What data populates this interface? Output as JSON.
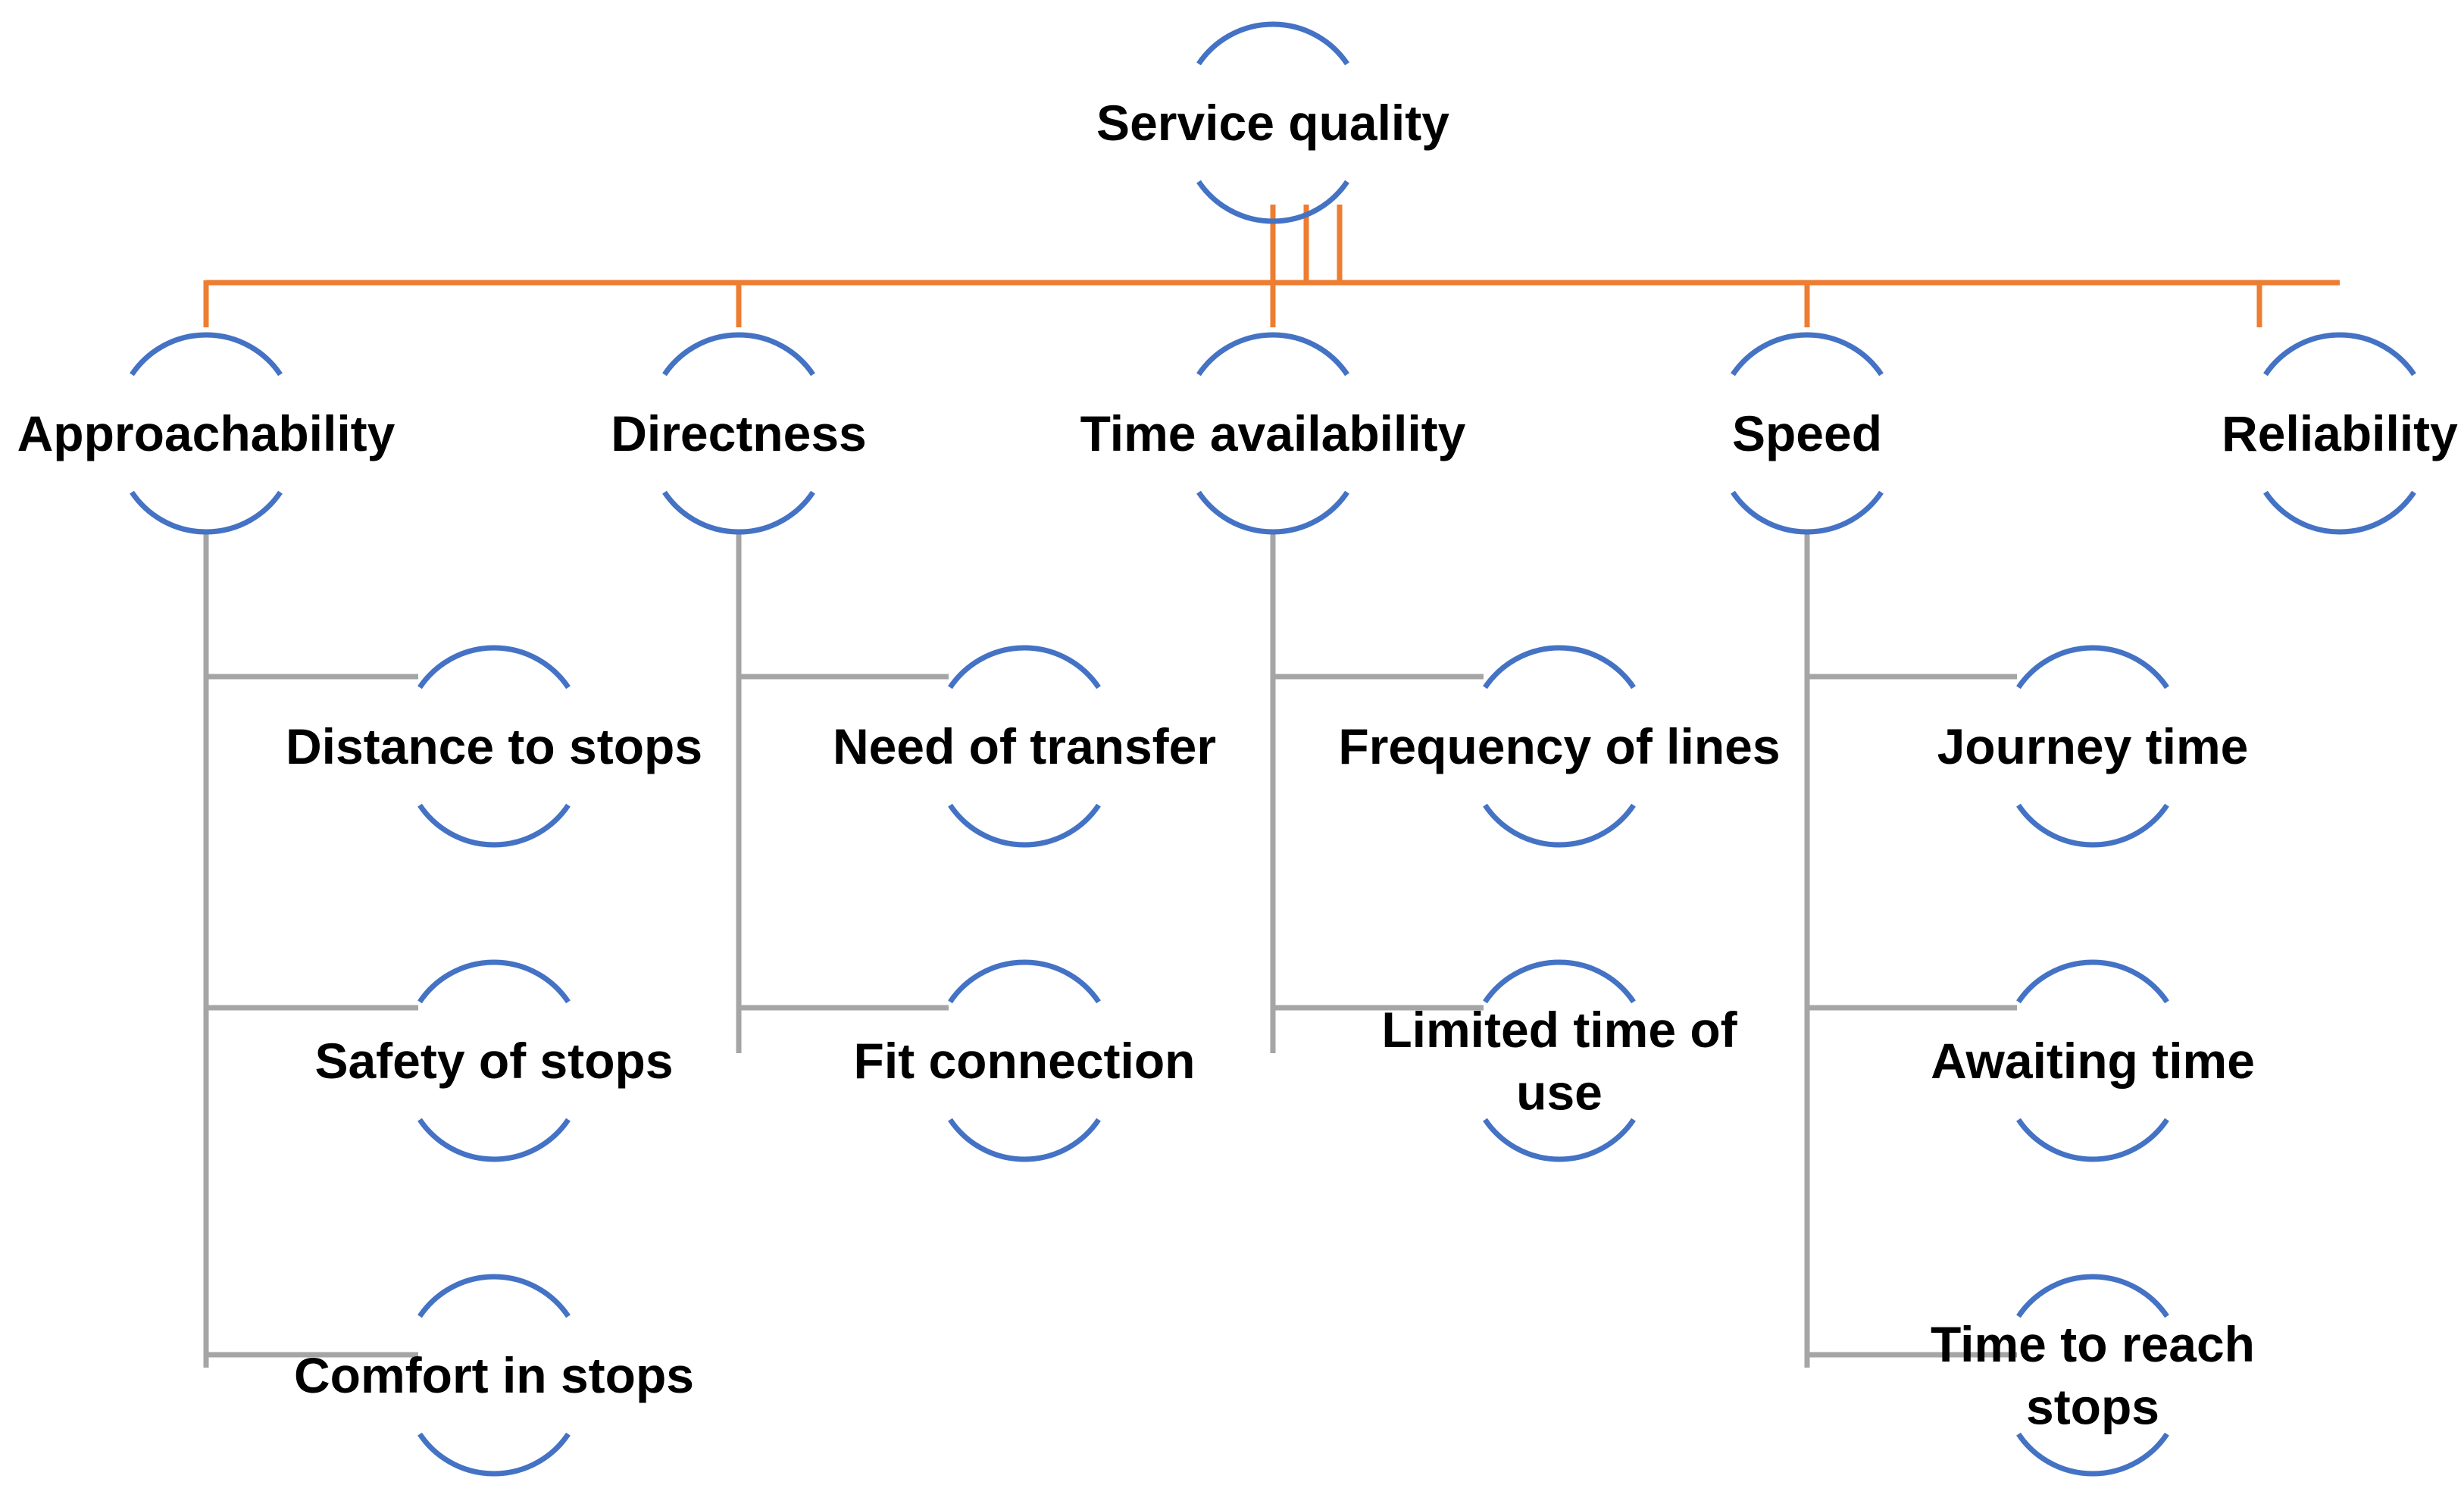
{
  "colors": {
    "node_arc": "#4472C4",
    "root_connector": "#ED7D31",
    "child_connector": "#A5A5A5",
    "text": "#000000",
    "background": "#FFFFFF"
  },
  "root": {
    "label": [
      "Service quality"
    ]
  },
  "categories": [
    {
      "label": [
        "Approachability"
      ],
      "children": [
        {
          "label": [
            "Distance to stops"
          ]
        },
        {
          "label": [
            "Safety of stops"
          ]
        },
        {
          "label": [
            "Comfort in stops"
          ]
        }
      ]
    },
    {
      "label": [
        "Directness"
      ],
      "children": [
        {
          "label": [
            "Need of transfer"
          ]
        },
        {
          "label": [
            "Fit connection"
          ]
        }
      ]
    },
    {
      "label": [
        "Time availability"
      ],
      "children": [
        {
          "label": [
            "Frequency of lines"
          ]
        },
        {
          "label": [
            "Limited time of",
            "use"
          ]
        }
      ]
    },
    {
      "label": [
        "Speed"
      ],
      "children": [
        {
          "label": [
            "Journey time"
          ]
        },
        {
          "label": [
            "Awaiting time"
          ]
        },
        {
          "label": [
            "Time to reach",
            "stops"
          ]
        }
      ]
    },
    {
      "label": [
        "Reliability"
      ],
      "children": []
    }
  ]
}
